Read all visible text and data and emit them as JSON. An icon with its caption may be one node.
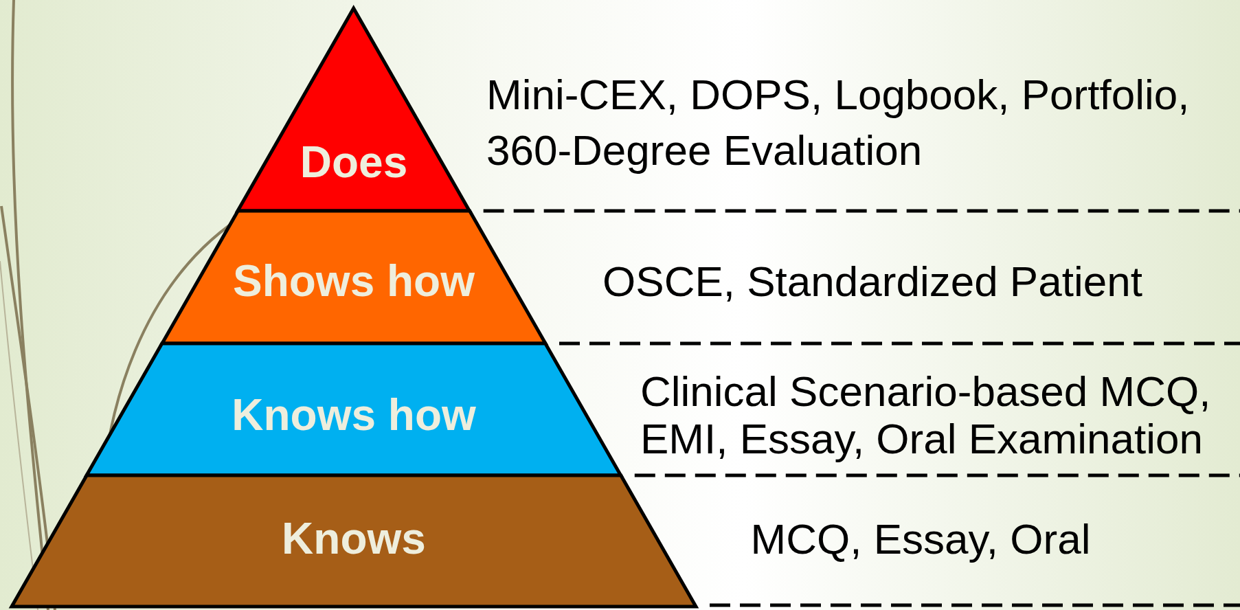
{
  "diagram": {
    "nodes": [
      {
        "text": [
          "Does"
        ]
      },
      {
        "text": [
          "Shows how"
        ]
      },
      {
        "text": [
          "Knows how"
        ]
      },
      {
        "text": [
          "Knows"
        ]
      }
    ],
    "labels": [
      "Mini-CEX, DOPS, Logbook, Portfolio, 360-Degree Evaluation",
      "OSCE, Standardized Patient",
      "Clinical Scenario-based MCQ, EMI, Essay, Oral Examination",
      "MCQ, Essay, Oral"
    ]
  }
}
